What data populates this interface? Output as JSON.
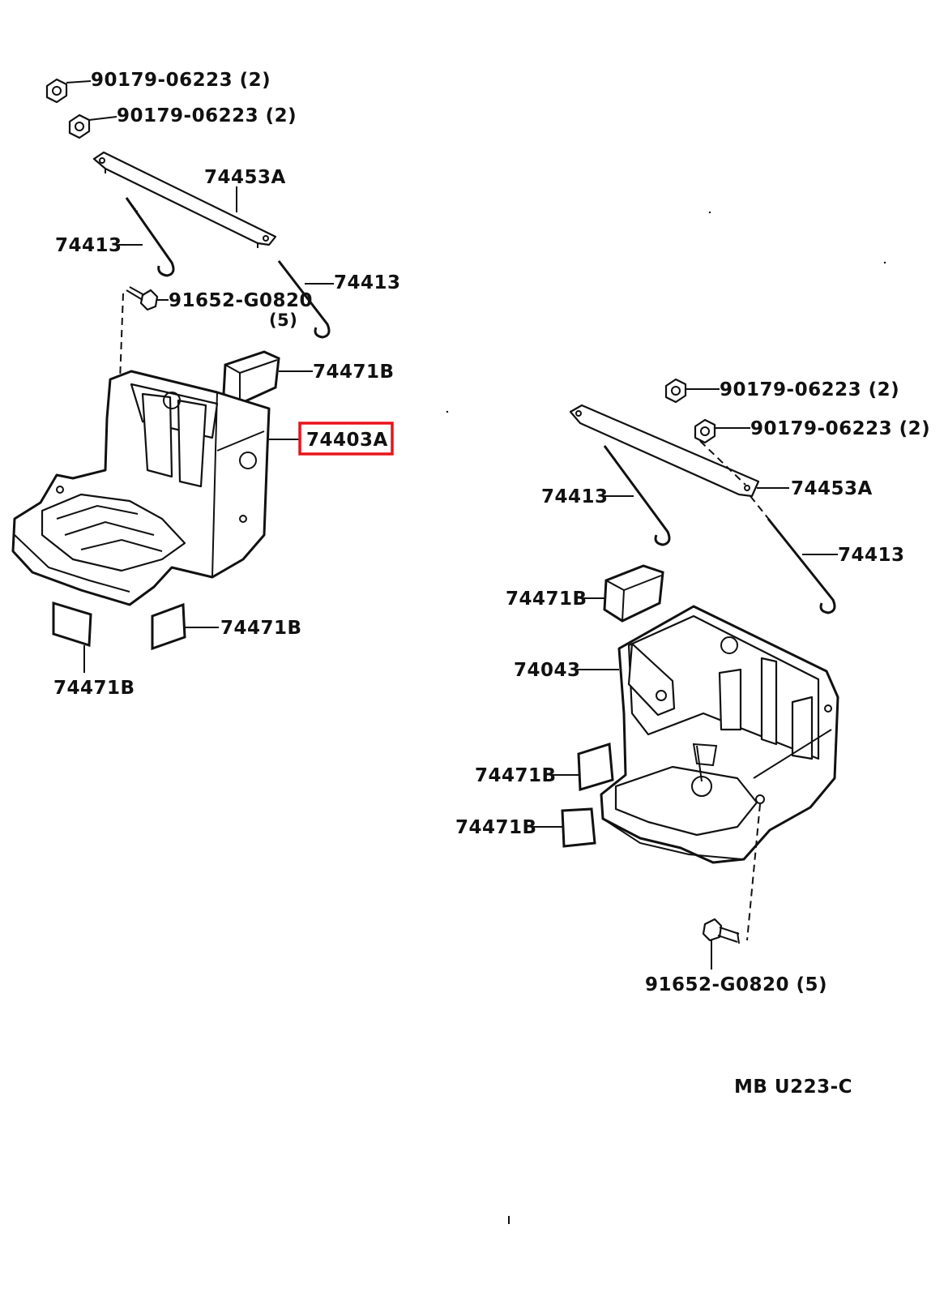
{
  "diagram": {
    "labels": {
      "nut_top_left_1": "90179-06223 (2)",
      "nut_top_left_2": "90179-06223 (2)",
      "clamp_left": "74453A",
      "rod_left_a": "74413",
      "rod_left_b": "74413",
      "bolt_left": "91652-G0820",
      "bolt_left_qty": "(5)",
      "pad_left_top": "74471B",
      "tray_left": "74403A",
      "pad_left_right": "74471B",
      "pad_left_bottom": "74471B",
      "nut_right_1": "90179-06223 (2)",
      "nut_right_2": "90179-06223 (2)",
      "clamp_right": "74453A",
      "rod_right_a": "74413",
      "rod_right_b": "74413",
      "pad_right_top": "74471B",
      "tray_right": "74043",
      "pad_right_mid": "74471B",
      "pad_right_low": "74471B",
      "bolt_right": "91652-G0820 (5)",
      "drawing_code": "MB U223-C"
    },
    "highlight_color": "#e8141b"
  }
}
